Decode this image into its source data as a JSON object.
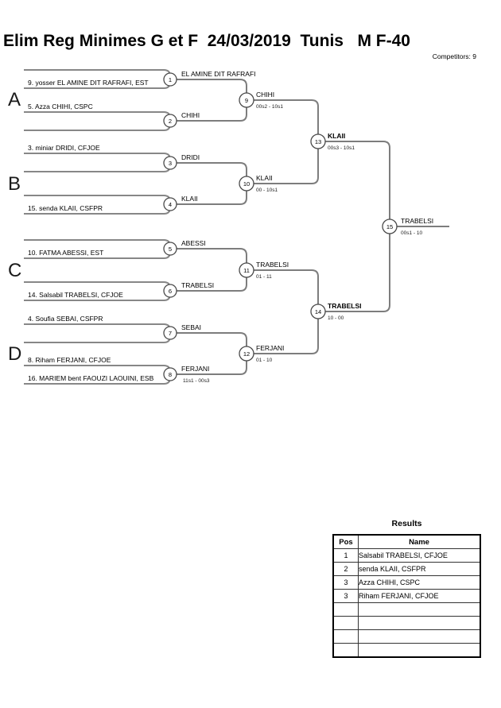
{
  "header": {
    "title": "Elim Reg Minimes G et F  24/03/2019  Tunis   M F-40",
    "competitors": "Competitors: 9"
  },
  "sections": {
    "a": "A",
    "b": "B",
    "c": "C",
    "d": "D"
  },
  "bracket": {
    "slots": {
      "a2": "9. yosser EL AMINE DIT RAFRAFI, EST",
      "a3": "5. Azza CHIHI, CSPC",
      "b1": "3. miniar DRIDI, CFJOE",
      "b4": "15. senda KLAII, CSFPR",
      "c2": "10. FATMA ABESSI, EST",
      "c4": "14. Salsabil TRABELSI, CFJOE",
      "d1": "4. Soufia SEBAI, CSFPR",
      "d3": "8. Riham FERJANI, CFJOE",
      "d4": "16. MARIEM bent FAOUZI LAOUINI, ESB"
    },
    "matches": {
      "m1": {
        "no": "1",
        "winner": "EL AMINE DIT RAFRAFI"
      },
      "m2": {
        "no": "2",
        "winner": "CHIHI"
      },
      "m3": {
        "no": "3",
        "winner": "DRIDI"
      },
      "m4": {
        "no": "4",
        "winner": "KLAII"
      },
      "m5": {
        "no": "5",
        "winner": "ABESSI"
      },
      "m6": {
        "no": "6",
        "winner": "TRABELSI"
      },
      "m7": {
        "no": "7",
        "winner": "SEBAI"
      },
      "m8": {
        "no": "8",
        "winner": "FERJANI",
        "score": "11s1 - 00s3"
      },
      "m9": {
        "no": "9",
        "winner": "CHIHI",
        "score": "00s2 - 10s1"
      },
      "m10": {
        "no": "10",
        "winner": "KLAII",
        "score": "00 - 10s1"
      },
      "m11": {
        "no": "11",
        "winner": "TRABELSI",
        "score": "01 - 11"
      },
      "m12": {
        "no": "12",
        "winner": "FERJANI",
        "score": "01 - 10"
      },
      "m13": {
        "no": "13",
        "winner": "KLAII",
        "score": "00s3 - 10s1"
      },
      "m14": {
        "no": "14",
        "winner": "TRABELSI",
        "score": "10 - 00"
      },
      "m15": {
        "no": "15",
        "winner": "TRABELSI",
        "score": "00s1 - 10"
      }
    }
  },
  "results": {
    "title": "Results",
    "columns": {
      "pos": "Pos",
      "name": "Name"
    },
    "rows": [
      {
        "pos": "1",
        "name": "Salsabil TRABELSI, CFJOE"
      },
      {
        "pos": "2",
        "name": "senda KLAII, CSFPR"
      },
      {
        "pos": "3",
        "name": "Azza CHIHI, CSPC"
      },
      {
        "pos": "3",
        "name": "Riham FERJANI, CFJOE"
      },
      {
        "pos": "",
        "name": ""
      },
      {
        "pos": "",
        "name": ""
      },
      {
        "pos": "",
        "name": ""
      },
      {
        "pos": "",
        "name": ""
      }
    ]
  }
}
